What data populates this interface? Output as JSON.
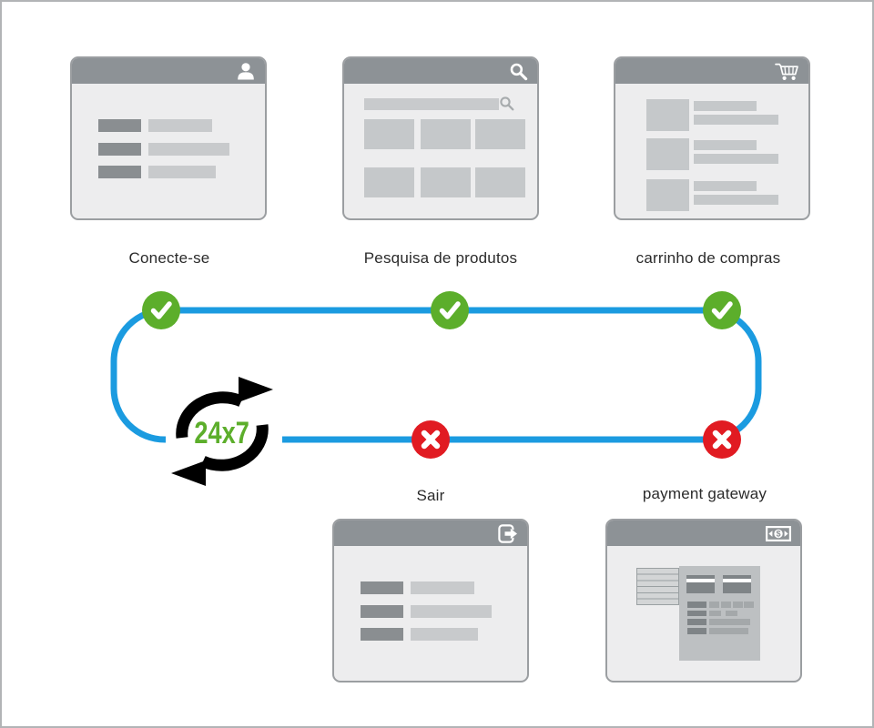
{
  "windows": [
    {
      "label": "Conecte-se",
      "icon": "user-icon"
    },
    {
      "label": "Pesquisa de produtos",
      "icon": "search-icon"
    },
    {
      "label": "carrinho de compras",
      "icon": "shopping-cart-icon"
    },
    {
      "label": "Sair",
      "icon": "logout-icon"
    },
    {
      "label": "payment gateway",
      "icon": "banknote-icon"
    }
  ],
  "loop": {
    "badge": "24x7",
    "top_marker_count": 3,
    "bottom_marker_count": 2,
    "colors": {
      "line": "#1b9be0",
      "success": "#5cae2b",
      "error": "#e11b22",
      "arrows": "#000000"
    }
  },
  "colors": {
    "window_header": "#8d9296",
    "window_body": "#ededee",
    "window_border": "#9b9ea1",
    "bar_dark": "#8a8e91",
    "bar_light": "#c8cacc",
    "label_text": "#2b2b2b",
    "page_border": "#b2b4b6",
    "background": "#ffffff"
  }
}
